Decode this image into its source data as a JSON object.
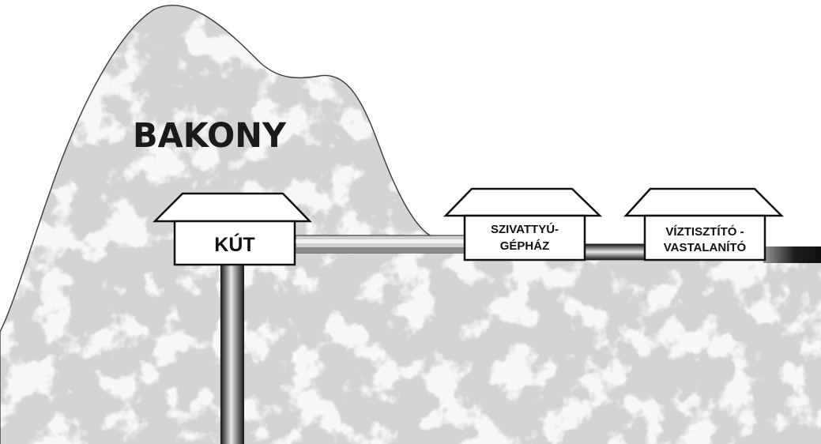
{
  "diagram": {
    "region_label": "BAKONY",
    "buildings": [
      {
        "id": "well",
        "lines": [
          "KÚT"
        ]
      },
      {
        "id": "pump-house",
        "lines": [
          "SZIVATTYÚ-",
          "GÉPHÁZ"
        ]
      },
      {
        "id": "water-treatment",
        "lines": [
          "VÍZTISZTÍTÓ -",
          "VASTALANÍTÓ"
        ]
      }
    ]
  },
  "colors": {
    "terrain": "#d4d4d4",
    "terrain_mottle": "#ededed",
    "outline": "#3a3a3a",
    "pipe_dark": "#141414",
    "pipe_light": "#e8e8e8",
    "building_fill": "#ffffff",
    "building_stroke": "#111111"
  }
}
